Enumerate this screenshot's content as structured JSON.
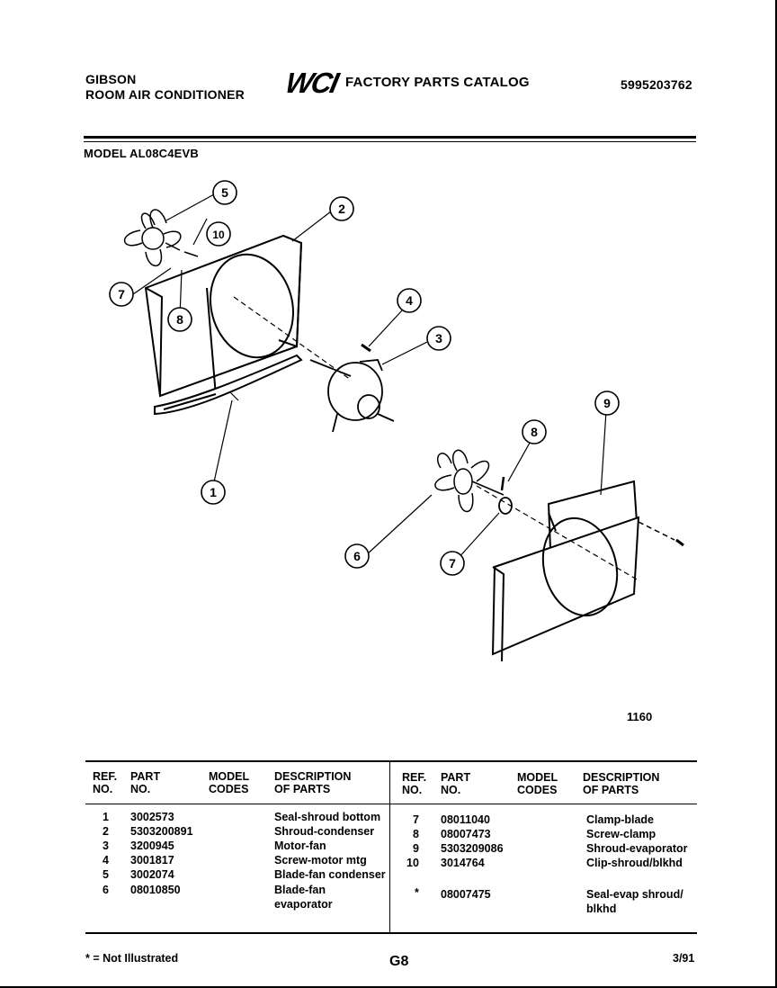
{
  "header": {
    "brand_line1": "GIBSON",
    "brand_line2": "ROOM AIR CONDITIONER",
    "logo_text": "WCI",
    "catalog_title": "FACTORY PARTS CATALOG",
    "catalog_number": "5995203762"
  },
  "model_label": "MODEL AL08C4EVB",
  "diagram": {
    "callouts": [
      "1",
      "2",
      "3",
      "4",
      "5",
      "6",
      "7",
      "8",
      "9",
      "10",
      "7",
      "8"
    ],
    "figure_number": "1160"
  },
  "table": {
    "headers": {
      "ref_no": [
        "REF.",
        "NO."
      ],
      "part_no": [
        "PART",
        "NO."
      ],
      "model_codes": [
        "MODEL",
        "CODES"
      ],
      "description": [
        "DESCRIPTION",
        "OF PARTS"
      ]
    },
    "left_rows": [
      {
        "ref": "1",
        "part": "3002573",
        "desc": "Seal-shroud bottom"
      },
      {
        "ref": "2",
        "part": "5303200891",
        "desc": "Shroud-condenser"
      },
      {
        "ref": "3",
        "part": "3200945",
        "desc": "Motor-fan"
      },
      {
        "ref": "4",
        "part": "3001817",
        "desc": "Screw-motor mtg"
      },
      {
        "ref": "5",
        "part": "3002074",
        "desc": "Blade-fan condenser"
      },
      {
        "ref": "6",
        "part": "08010850",
        "desc": "Blade-fan",
        "desc2": "evaporator"
      }
    ],
    "right_rows": [
      {
        "ref": "7",
        "part": "08011040",
        "desc": "Clamp-blade"
      },
      {
        "ref": "8",
        "part": "08007473",
        "desc": "Screw-clamp"
      },
      {
        "ref": "9",
        "part": "5303209086",
        "desc": "Shroud-evaporator"
      },
      {
        "ref": "10",
        "part": "3014764",
        "desc": "Clip-shroud/blkhd"
      },
      {
        "ref": "*",
        "part": "08007475",
        "desc": "Seal-evap shroud/",
        "desc2": "blkhd"
      }
    ]
  },
  "footer": {
    "note": "* = Not Illustrated",
    "page_code": "G8",
    "date": "3/91"
  }
}
